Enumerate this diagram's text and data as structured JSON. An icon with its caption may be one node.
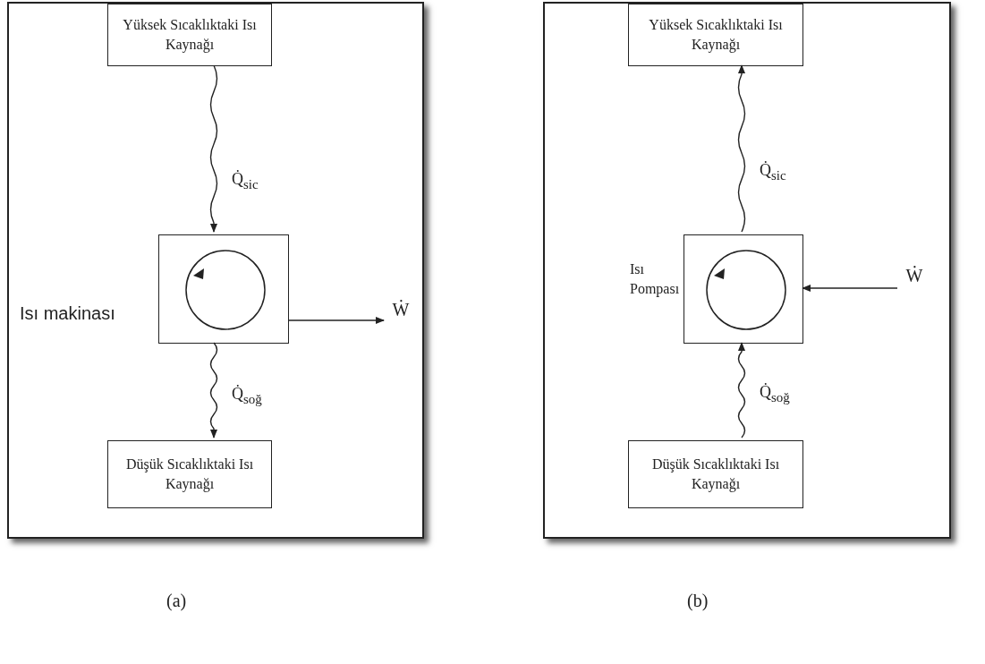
{
  "diagram": {
    "nodes": [
      {
        "text": [],
        "shape": "box"
      },
      {
        "text": [
          "Yüksek Sıcaklıktaki Isı Kaynağı"
        ],
        "in": 0
      },
      {
        "text": [],
        "shape": "box",
        "beside": [
          "Isı makinası"
        ],
        "in": 0
      },
      {
        "text": [],
        "shape": "circle",
        "in": 2
      },
      {
        "text": [
          "Ẇ"
        ],
        "in": 0
      },
      {
        "text": [
          "Düşük Sıcaklıktaki Isı Kaynağı"
        ],
        "in": 0
      },
      {
        "text": [],
        "shape": "box"
      },
      {
        "text": [
          "Yüksek Sıcaklıktaki Isı Kaynağı"
        ],
        "in": 6
      },
      {
        "text": [],
        "shape": "box",
        "beside": [
          "Isı Pompası"
        ],
        "in": 6
      },
      {
        "text": [],
        "shape": "circle",
        "in": 8
      },
      {
        "text": [
          "Ẇ"
        ],
        "in": 6
      },
      {
        "text": [
          "Düşük Sıcaklıktaki Isı Kaynağı"
        ],
        "in": 6
      }
    ],
    "edges": [
      {
        "from": 1,
        "to": 2,
        "arrow": "to",
        "label": "Q̇$_{sic}$"
      },
      {
        "from": 2,
        "to": 4,
        "arrow": "to"
      },
      {
        "from": 2,
        "to": 5,
        "arrow": "to",
        "label": "Q̇$_{soğ}$"
      },
      {
        "from": 11,
        "to": 8,
        "arrow": "to",
        "label": "Q̇$_{soğ}$"
      },
      {
        "from": 8,
        "to": 7,
        "arrow": "to",
        "label": "Q̇$_{sic}$"
      },
      {
        "from": 10,
        "to": 8,
        "arrow": "to"
      }
    ],
    "labels": [
      "(a)",
      "(b)"
    ]
  }
}
